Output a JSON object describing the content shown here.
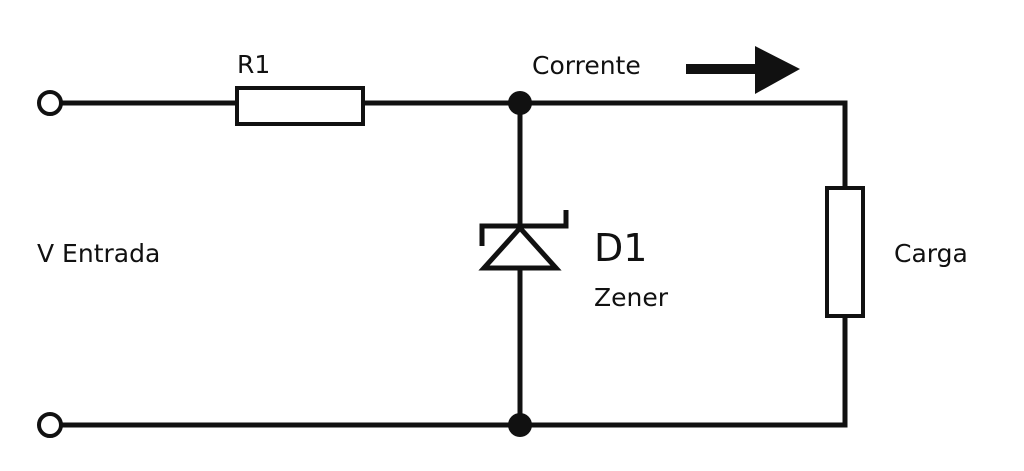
{
  "diagram": {
    "components": {
      "resistor_label": "R1",
      "diode_label": "D1",
      "diode_type": "Zener",
      "load_label": "Carga"
    },
    "annotations": {
      "input_label": "V Entrada",
      "current_label": "Corrente"
    },
    "colors": {
      "wire": "#111111",
      "background": "#ffffff"
    }
  }
}
